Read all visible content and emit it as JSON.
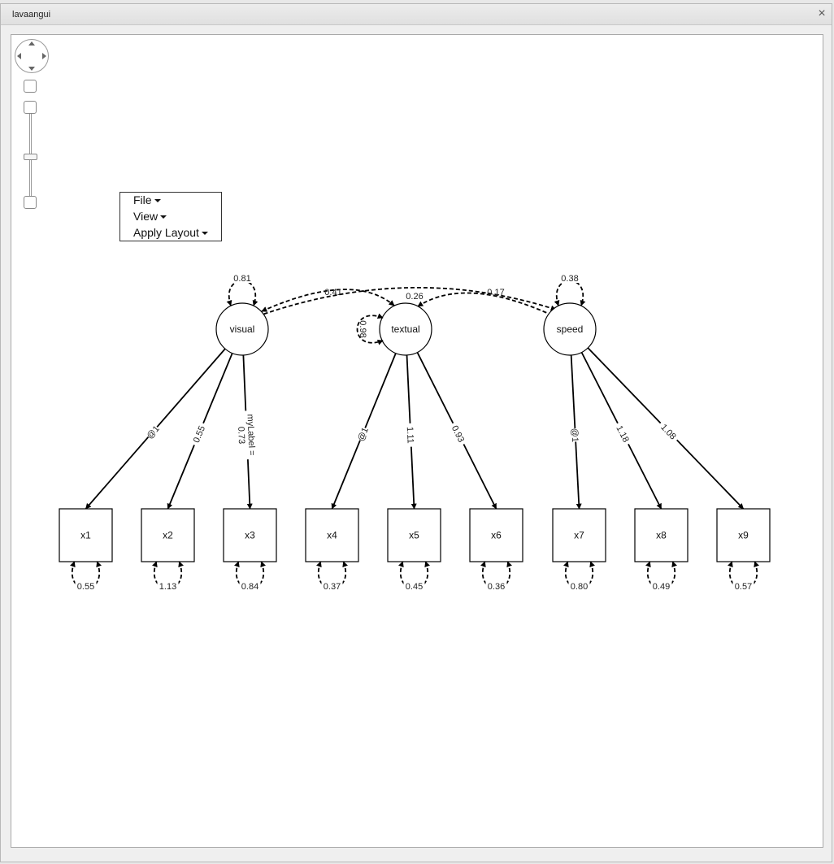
{
  "window": {
    "title": "lavaangui",
    "close_glyph": "×"
  },
  "menu": {
    "items": [
      "File",
      "View",
      "Apply Layout"
    ]
  },
  "diagram": {
    "latents": [
      {
        "name": "visual",
        "variance": "0.81"
      },
      {
        "name": "textual",
        "variance": "0.98"
      },
      {
        "name": "speed",
        "variance": "0.38"
      }
    ],
    "indicators": [
      {
        "name": "x1",
        "residual": "0.55"
      },
      {
        "name": "x2",
        "residual": "1.13"
      },
      {
        "name": "x3",
        "residual": "0.84"
      },
      {
        "name": "x4",
        "residual": "0.37"
      },
      {
        "name": "x5",
        "residual": "0.45"
      },
      {
        "name": "x6",
        "residual": "0.36"
      },
      {
        "name": "x7",
        "residual": "0.80"
      },
      {
        "name": "x8",
        "residual": "0.49"
      },
      {
        "name": "x9",
        "residual": "0.57"
      }
    ],
    "loadings": [
      {
        "from": "visual",
        "to": "x1",
        "label": [
          "@1"
        ]
      },
      {
        "from": "visual",
        "to": "x2",
        "label": [
          "0.55"
        ]
      },
      {
        "from": "visual",
        "to": "x3",
        "label": [
          "myLabel =",
          "0.73"
        ]
      },
      {
        "from": "textual",
        "to": "x4",
        "label": [
          "@1"
        ]
      },
      {
        "from": "textual",
        "to": "x5",
        "label": [
          "1.11"
        ]
      },
      {
        "from": "textual",
        "to": "x6",
        "label": [
          "0.93"
        ]
      },
      {
        "from": "speed",
        "to": "x7",
        "label": [
          "@1"
        ]
      },
      {
        "from": "speed",
        "to": "x8",
        "label": [
          "1.18"
        ]
      },
      {
        "from": "speed",
        "to": "x9",
        "label": [
          "1.08"
        ]
      }
    ],
    "covariances": [
      {
        "a": "visual",
        "b": "textual",
        "label": "0.41"
      },
      {
        "a": "visual",
        "b": "speed",
        "label": "0.26"
      },
      {
        "a": "textual",
        "b": "speed",
        "label": "0.17"
      }
    ]
  }
}
